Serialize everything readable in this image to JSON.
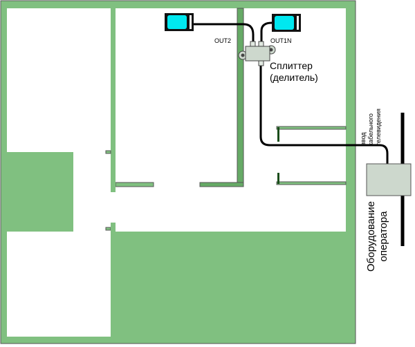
{
  "labels": {
    "out2": "OUT2",
    "out1n": "OUT1N",
    "splitter_line1": "Сплиттер",
    "splitter_line2": "(делитель)",
    "cable_input_line1": "ввод",
    "cable_input_line2": "кабельного",
    "cable_input_line3": "телевидения",
    "operator_line1": "Оборудование",
    "operator_line2": "оператора"
  },
  "colors": {
    "wall": "#80c080",
    "wall_dark": "#62a862",
    "screen": "#00e8f0",
    "device": "#cdd8cd"
  }
}
